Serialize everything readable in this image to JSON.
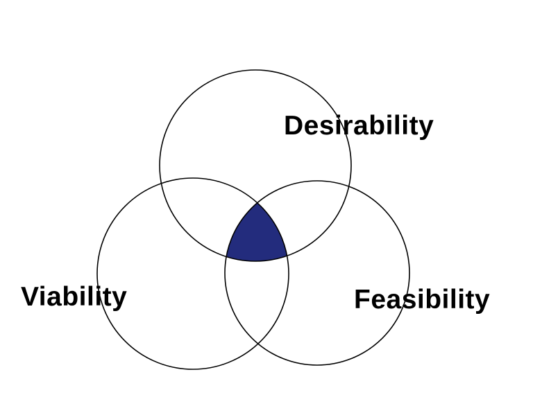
{
  "diagram": {
    "type": "venn",
    "labels": {
      "top": "Desirability",
      "bottom_left": "Viability",
      "bottom_right": "Feasibility"
    },
    "colors": {
      "intersection_fill": "#232c7d",
      "circle_stroke": "#000000",
      "label_color": "#000000",
      "background": "#ffffff"
    }
  }
}
